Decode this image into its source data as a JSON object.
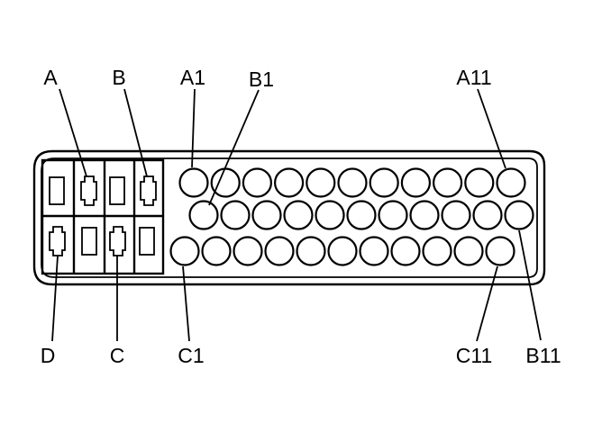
{
  "diagram": {
    "labels": {
      "cavity_a": "A",
      "cavity_b": "B",
      "cavity_c": "C",
      "cavity_d": "D",
      "pin_a1": "A1",
      "pin_b1": "B1",
      "pin_c1": "C1",
      "pin_a11": "A11",
      "pin_b11": "B11",
      "pin_c11": "C11"
    }
  }
}
